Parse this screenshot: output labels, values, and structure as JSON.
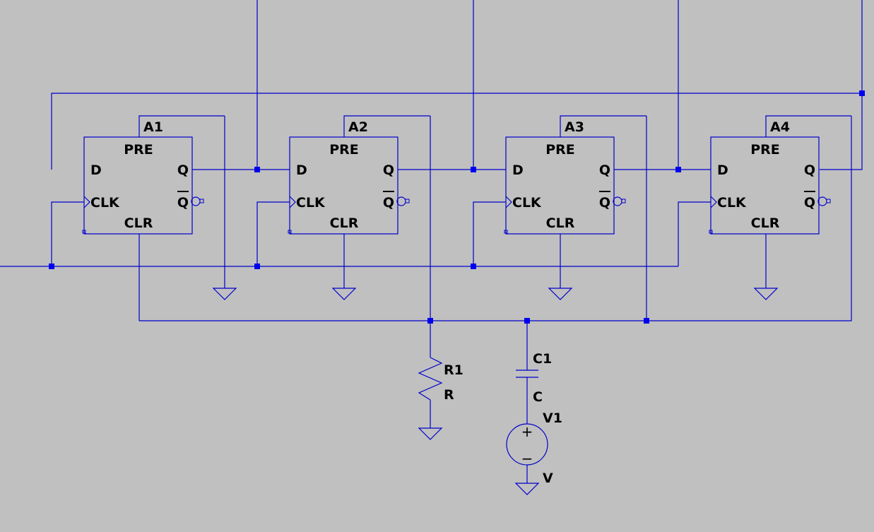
{
  "colors": {
    "background": "#c0c0c0",
    "wire": "#0000cc",
    "junction": "#0000ee",
    "text": "#000000"
  },
  "flipflops": [
    {
      "ref": "A1",
      "pre": "PRE",
      "clr": "CLR",
      "d": "D",
      "clk": "CLK",
      "q": "Q",
      "qbar": "Q"
    },
    {
      "ref": "A2",
      "pre": "PRE",
      "clr": "CLR",
      "d": "D",
      "clk": "CLK",
      "q": "Q",
      "qbar": "Q"
    },
    {
      "ref": "A3",
      "pre": "PRE",
      "clr": "CLR",
      "d": "D",
      "clk": "CLK",
      "q": "Q",
      "qbar": "Q"
    },
    {
      "ref": "A4",
      "pre": "PRE",
      "clr": "CLR",
      "d": "D",
      "clk": "CLK",
      "q": "Q",
      "qbar": "Q"
    }
  ],
  "resistor": {
    "ref": "R1",
    "value": "R"
  },
  "capacitor": {
    "ref": "C1",
    "value": "C"
  },
  "source": {
    "ref": "V1",
    "value": "V",
    "plus": "+",
    "minus": "−"
  },
  "icons": {
    "ground": "ground-icon",
    "resistor": "resistor-icon",
    "capacitor": "capacitor-icon",
    "source": "voltage-source-icon",
    "junction": "junction-dot-icon"
  }
}
